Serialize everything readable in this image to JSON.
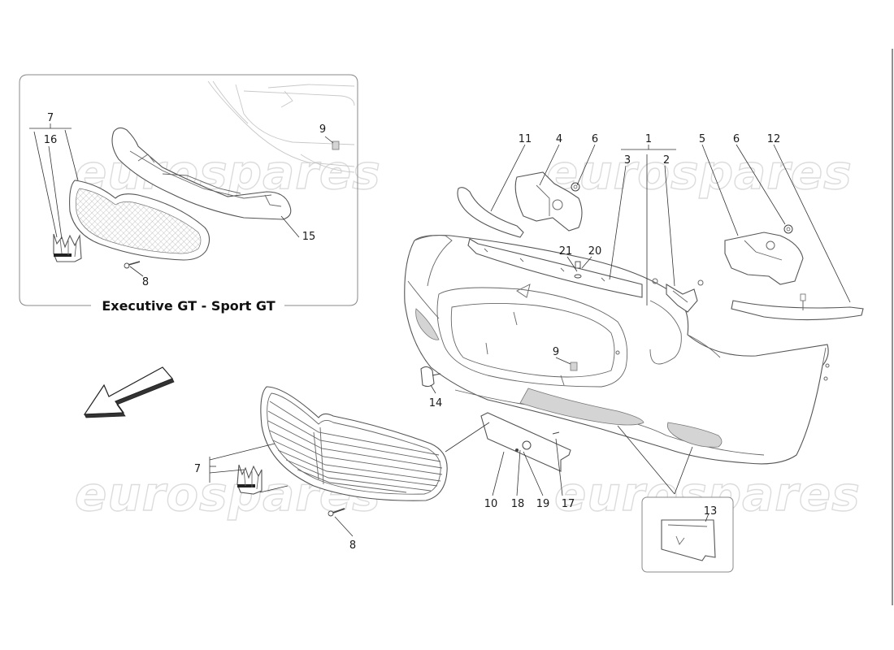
{
  "watermark": "eurospares",
  "inset": {
    "title": "Executive GT - Sport GT",
    "callouts": {
      "c7": "7",
      "c16": "16",
      "c9": "9",
      "c15": "15",
      "c8": "8"
    }
  },
  "callouts": {
    "c1": "1",
    "c2": "2",
    "c3": "3",
    "c4": "4",
    "c5": "5",
    "c6a": "6",
    "c6b": "6",
    "c7": "7",
    "c8": "8",
    "c9": "9",
    "c10": "10",
    "c11": "11",
    "c12": "12",
    "c13": "13",
    "c14": "14",
    "c17": "17",
    "c18": "18",
    "c19": "19",
    "c20": "20",
    "c21": "21"
  },
  "colors": {
    "line": "#555555",
    "watermark": "#dcdcdc",
    "shade": "#d4d4d4"
  }
}
